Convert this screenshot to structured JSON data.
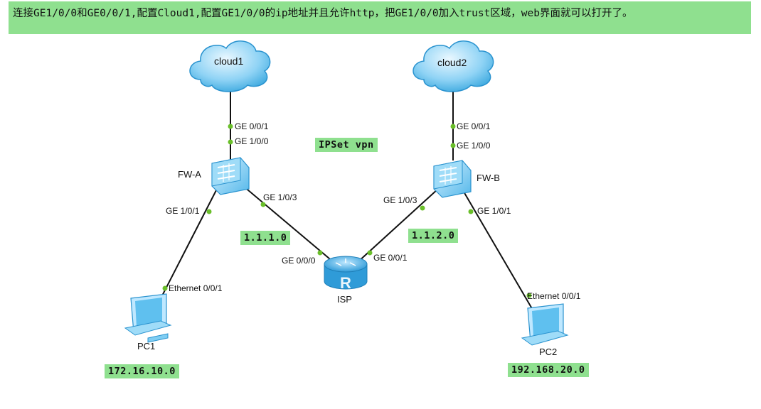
{
  "banner": "连接GE1/0/0和GE0/0/1,配置Cloud1,配置GE1/0/0的ip地址并且允许http，把GE1/0/0加入trust区域，web界面就可以打开了。",
  "center_tag": "IPSet vpn",
  "nodes": {
    "cloud1": "cloud1",
    "cloud2": "cloud2",
    "fwa": "FW-A",
    "fwb": "FW-B",
    "isp": "ISP",
    "pc1": "PC1",
    "pc2": "PC2"
  },
  "ports": {
    "c1_fwa_top": "GE 0/0/1",
    "c1_fwa_bottom": "GE 1/0/0",
    "c2_fwb_top": "GE 0/0/1",
    "c2_fwb_bottom": "GE 1/0/0",
    "fwa_isp": "GE 1/0/3",
    "fwb_isp": "GE 1/0/3",
    "fwa_pc1": "GE 1/0/1",
    "fwb_pc2": "GE 1/0/1",
    "isp_left": "GE 0/0/0",
    "isp_right": "GE 0/0/1",
    "pc1_eth": "Ethernet 0/0/1",
    "pc2_eth": "Ethernet 0/0/1"
  },
  "subnets": {
    "left": "1.1.1.0",
    "right": "1.1.2.0",
    "pc1": "172.16.10.0",
    "pc2": "192.168.20.0"
  },
  "colors": {
    "highlight": "#8fe08f",
    "link": "#111111",
    "port_dot": "#6abf2a",
    "device": "#4fb3e8"
  }
}
